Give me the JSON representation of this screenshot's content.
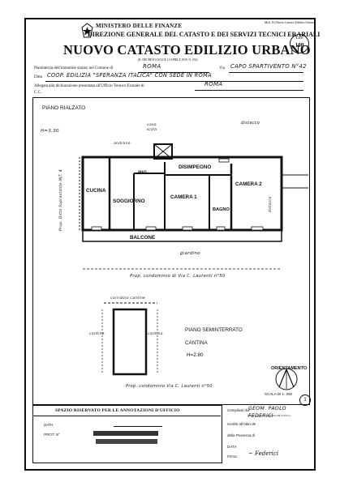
{
  "header": {
    "model": "Mod. B (Nuovo Catasto Edilizio Urbano)",
    "ministry": "MINISTERO DELLE FINANZE",
    "directorate": "DIREZIONE GENERALE DEL CATASTO E DEI SERVIZI TECNICI ERARIALI",
    "title": "NUOVO CATASTO EDILIZIO URBANO",
    "decree": "(R. DECRETO-LEGGE 13 APRILE 1939, N. 652)",
    "stamp_label": "Lire",
    "stamp_value": "100"
  },
  "meta": {
    "plan_label": "Planimetria dell'immobile situato nel Comune di",
    "comune": "ROMA",
    "via_label": "Via",
    "via": "CAPO SPARTIVENTO N°42",
    "ditta_label": "Ditta",
    "ditta": "COOP. EDILIZIA \"SPERANZA ITALICA\" CON SEDE IN ROMA",
    "allegata_label": "Allegata alla dichiarazione presentata all'Ufficio Tecnico Erariale di",
    "ufficio": "ROMA",
    "cc": "C.C."
  },
  "plan": {
    "floor": "PIANO RIALZATO",
    "height": "H=3.30",
    "vano_scala": "vano scala",
    "androne": "androne",
    "distacco": "distacco",
    "distacco_right": "distacco",
    "side_note": "Prop. Ditta Soprastante INT. 4",
    "rooms": {
      "cucina": "CUCINA",
      "ing": "ING.",
      "disimpegno": "DISIMPEGNO",
      "soggiorno": "SOGGIORNO",
      "camera1": "CAMERA 1",
      "bagno": "BAGNO",
      "camera2": "CAMERA 2",
      "balcone": "BALCONE",
      "giardino": "giardino"
    },
    "neighbor": "Prop. condominio di Via C. Laurenti n°50",
    "corridor": "corridoio cantine",
    "cantine_left": "cantina",
    "cantine_right": "cantina",
    "basement": "PIANO SEMINTERRATO",
    "cantina": "CANTINA",
    "basement_height": "H=2.80",
    "basement_neighbor": "Prop. condominio Via C. Laurenti n°50",
    "orientation": "ORIENTAMENTO",
    "scale": "SCALA DI 1: 200",
    "page_no": "1"
  },
  "footer": {
    "reserved": "SPAZIO RISERVATO PER LE ANNOTAZIONI D'UFFICIO",
    "data": "DATA",
    "prot": "PROT. N°",
    "compiled_label": "Compilata dal",
    "compiled_by": "GEOM. PAOLO FEDERICI",
    "compiled_note": "(Titolo, nome e cognome del tecnico)",
    "iscritto": "Iscritto all'Albo de",
    "provincia": "della Provincia di",
    "data_label": "DATA",
    "firma": "Firma:"
  }
}
